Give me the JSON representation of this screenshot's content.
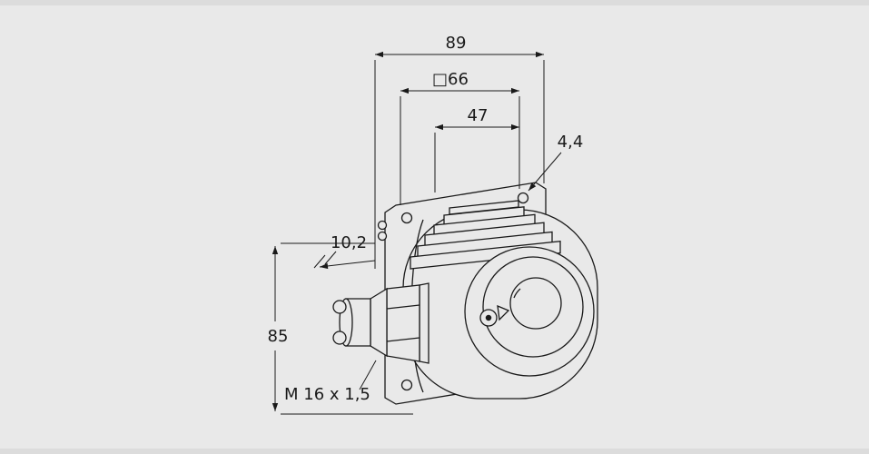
{
  "drawing": {
    "colors": {
      "background": "#e9e9e9",
      "edge_band": "#dcdcdc",
      "line": "#1a1a1a"
    },
    "dimensions": {
      "overall_depth": "89",
      "flange_square": "□66",
      "hole_spacing": "47",
      "hole_diameter": "4,4",
      "flange_offset": "10,2",
      "overall_height": "85",
      "gland_thread": "M 16 x 1,5"
    },
    "icons": {
      "mounting_hole": "small circle",
      "indicator_mark": "circle with dot",
      "orientation_triangle": "triangle outline"
    }
  }
}
